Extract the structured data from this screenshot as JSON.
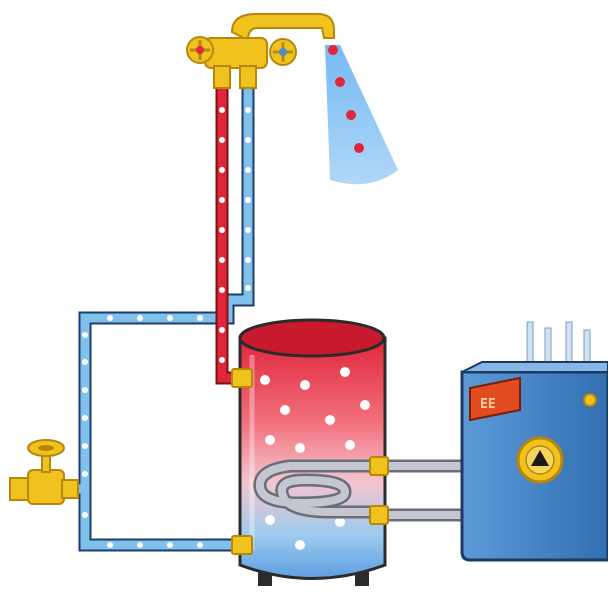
{
  "diagram": {
    "colors": {
      "hot_water": "#E0263A",
      "cold_water": "#7FC1EA",
      "pipe_outline": "#1E3C6B",
      "brass": "#F0C21E",
      "brass_dark": "#B7860B",
      "boiler_body": "#3D7FC2",
      "boiler_panel": "#E24A1F",
      "coil_pipe": "#A7A9B5",
      "tank_rim": "#2B2B2B",
      "spray": "#6FB6F2"
    },
    "components": [
      "mixer-tap",
      "shower-spray",
      "hot-water-pipe",
      "cold-water-pipe",
      "cold-water-inlet-valve",
      "hot-water-storage-tank",
      "heating-coil",
      "boiler",
      "circulation-pump",
      "flue-pipes"
    ],
    "boiler_display_text": "EE"
  }
}
